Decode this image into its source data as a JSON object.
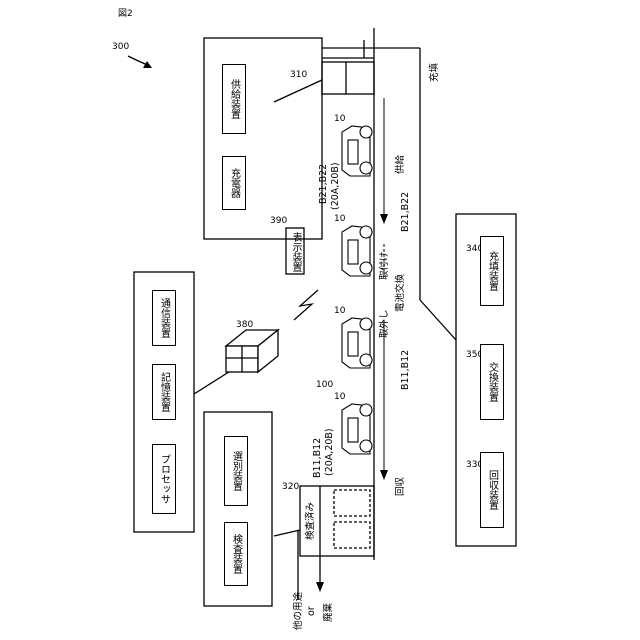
{
  "figure_label": "図2",
  "system_ref": "300",
  "outer_blocks": {
    "supply_charge": {
      "devices": [
        "供給装置",
        "充電器"
      ]
    },
    "replace_group": {
      "refs": [
        "340",
        "350",
        "330"
      ],
      "devices": [
        "充填装置",
        "交換装置",
        "回収装置"
      ]
    },
    "control": {
      "devices": [
        "通信装置",
        "記憶装置",
        "プロセッサ"
      ],
      "ref": "380"
    },
    "inspection": {
      "ref": "320",
      "devices": [
        "選別装置",
        "検査装置"
      ]
    }
  },
  "display": {
    "ref": "390",
    "label": "表示装置"
  },
  "supply_ref": "310",
  "vehicle_refs": [
    "10",
    "10",
    "10",
    "10"
  ],
  "station_ref": "100",
  "batteries": {
    "new_top": "B21,B22",
    "new_top_sub": "(20A,20B)",
    "new_right": "B21,B22",
    "old_right": "B11,B12",
    "old_bottom": "B11,B12",
    "old_bottom_sub": "(20A,20B)"
  },
  "flow": {
    "charge": "充填",
    "supply": "供給",
    "attach": "取付け",
    "detach": "取外し",
    "battery_exchange": "電池交換",
    "collect": "回収",
    "inspected": "検査済み",
    "other_use": "他の用途",
    "or": "or",
    "dispose": "廃棄"
  }
}
